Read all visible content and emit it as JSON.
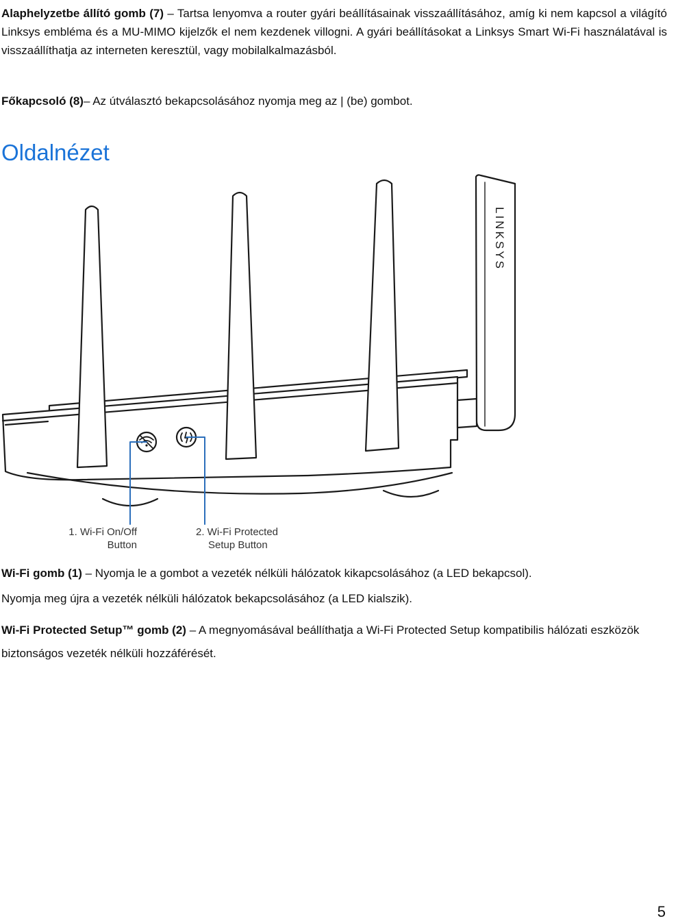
{
  "reset": {
    "label": "Alaphelyzetbe állító gomb (7)",
    "text": " – Tartsa lenyomva a router gyári beállításainak visszaállításához, amíg ki nem kapcsol a világító Linksys embléma és a MU-MIMO kijelzők el nem kezdenek villogni. A gyári beállításokat a Linksys Smart Wi-Fi használatával is visszaállíthatja az interneten keresztül, vagy mobilalkalmazásból."
  },
  "power": {
    "label": "Főkapcsoló (8)",
    "text": "– Az útválasztó bekapcsolásához nyomja meg az | (be) gombot."
  },
  "section_title": "Oldalnézet",
  "figure": {
    "brand": "LINKSYS",
    "callout1_line1": "1. Wi-Fi On/Off",
    "callout1_line2": "Button",
    "callout2_line1": "2. Wi-Fi Protected",
    "callout2_line2": "Setup Button",
    "callout_color": "#2a6ebb",
    "wifi_icon": "wifi-off-icon",
    "wps_icon": "wps-icon"
  },
  "wifi": {
    "label": "Wi-Fi gomb (1)",
    "text": " – Nyomja le a gombot a vezeték nélküli hálózatok kikapcsolásához (a LED bekapcsol).",
    "line2": "Nyomja meg újra a vezeték nélküli hálózatok bekapcsolásához (a LED kialszik)."
  },
  "wps": {
    "label": "Wi-Fi Protected Setup™ gomb (2)",
    "text": " – A megnyomásával beállíthatja a Wi-Fi Protected Setup kompatibilis hálózati eszközök biztonságos vezeték nélküli hozzáférését."
  },
  "page_number": "5"
}
